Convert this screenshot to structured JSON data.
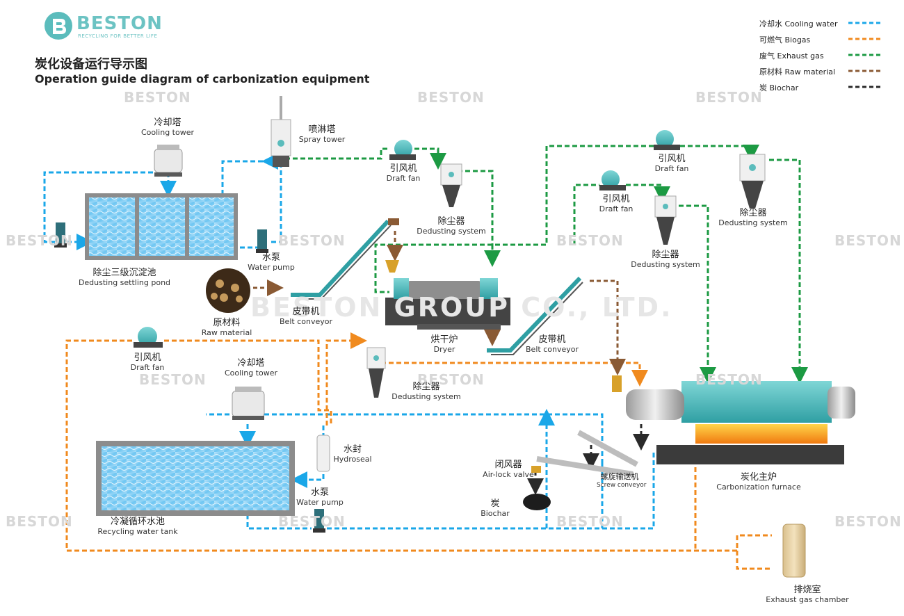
{
  "brand": {
    "name": "BESTON",
    "tagline": "RECYCLING FOR BETTER LIFE",
    "teal": "#5bbcbc"
  },
  "title": {
    "cn": "炭化设备运行导示图",
    "en": "Operation guide diagram of carbonization equipment"
  },
  "legend": [
    {
      "label": "冷却水 Cooling water",
      "color": "#1aa7e8"
    },
    {
      "label": "可燃气 Biogas",
      "color": "#f08a1e"
    },
    {
      "label": "废气 Exhaust gas",
      "color": "#1c9a43"
    },
    {
      "label": "原材料 Raw material",
      "color": "#8a5a34"
    },
    {
      "label": "炭 Biochar",
      "color": "#2a2a2a"
    }
  ],
  "watermark": {
    "brand": "BESTON",
    "company": "BESTON GROUP CO., LTD."
  },
  "labels": {
    "cooling_tower_top": {
      "cn": "冷却塔",
      "en": "Cooling tower"
    },
    "spray_tower": {
      "cn": "喷淋塔",
      "en": "Spray tower"
    },
    "draft_fan_1": {
      "cn": "引风机",
      "en": "Draft fan"
    },
    "dedusting_1": {
      "cn": "除尘器",
      "en": "Dedusting system"
    },
    "draft_fan_2": {
      "cn": "引风机",
      "en": "Draft fan"
    },
    "draft_fan_3": {
      "cn": "引风机",
      "en": "Draft fan"
    },
    "dedusting_2": {
      "cn": "除尘器",
      "en": "Dedusting system"
    },
    "dedusting_3": {
      "cn": "除尘器",
      "en": "Dedusting system"
    },
    "settling_pond": {
      "cn": "除尘三级沉淀池",
      "en": "Dedusting settling pond"
    },
    "water_pump_1": {
      "cn": "水泵",
      "en": "Water pump"
    },
    "raw_material": {
      "cn": "原材料",
      "en": "Raw material"
    },
    "belt_conveyor_1": {
      "cn": "皮带机",
      "en": "Belt conveyor"
    },
    "dryer": {
      "cn": "烘干炉",
      "en": "Dryer"
    },
    "belt_conveyor_2": {
      "cn": "皮带机",
      "en": "Belt conveyor"
    },
    "draft_fan_4": {
      "cn": "引风机",
      "en": "Draft fan"
    },
    "cooling_tower_bottom": {
      "cn": "冷却塔",
      "en": "Cooling tower"
    },
    "dedusting_4": {
      "cn": "除尘器",
      "en": "Dedusting system"
    },
    "hydroseal": {
      "cn": "水封",
      "en": "Hydroseal"
    },
    "water_pump_2": {
      "cn": "水泵",
      "en": "Water pump"
    },
    "recycling_tank": {
      "cn": "冷凝循环水池",
      "en": "Recycling water tank"
    },
    "airlock": {
      "cn": "闭风器",
      "en": "Air-lock valve"
    },
    "biochar": {
      "cn": "炭",
      "en": "Biochar"
    },
    "screw_conveyor": {
      "cn": "螺旋输送机",
      "en": "Screw conveyor"
    },
    "furnace": {
      "cn": "炭化主炉",
      "en": "Carbonization furnace"
    },
    "exhaust_chamber": {
      "cn": "排烧室",
      "en": "Exhaust gas chamber"
    }
  }
}
